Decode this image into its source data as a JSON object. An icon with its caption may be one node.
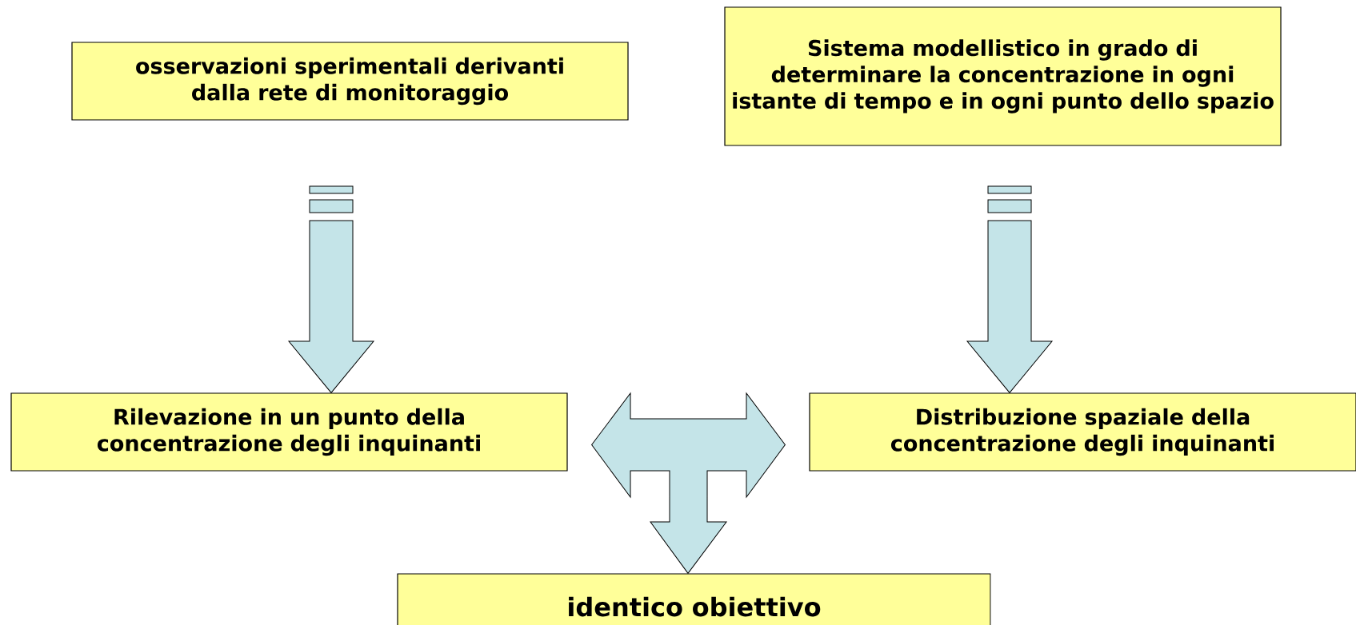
{
  "diagram": {
    "nodes": [
      {
        "text": [
          "osservazioni sperimentali derivanti dalla rete di monitoraggio"
        ]
      },
      {
        "text": [
          "Sistema modellistico in grado di determinare la concentrazione in ogni istante di tempo e in ogni punto dello spazio"
        ]
      },
      {
        "text": [
          "Rilevazione in un punto della concentrazione degli inquinanti"
        ]
      },
      {
        "text": [
          "Distribuzione spaziale della concentrazione degli inquinanti"
        ]
      },
      {
        "text": [
          "identico obiettivo"
        ]
      }
    ],
    "edges": [
      {
        "from": 0,
        "to": 2,
        "arrow": "to"
      },
      {
        "from": 1,
        "to": 3,
        "arrow": "to"
      },
      {
        "from": 2,
        "to": 3,
        "arrow": "both"
      },
      {
        "from": 2,
        "to": 4,
        "arrow": "both"
      },
      {
        "from": 3,
        "to": 4,
        "arrow": "both"
      }
    ]
  }
}
